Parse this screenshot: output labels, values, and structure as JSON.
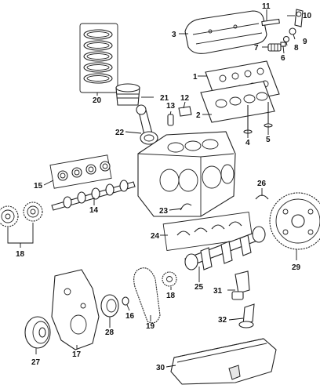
{
  "callouts": [
    {
      "id": "c1",
      "text": "1"
    },
    {
      "id": "c2",
      "text": "2"
    },
    {
      "id": "c3",
      "text": "3"
    },
    {
      "id": "c4",
      "text": "4"
    },
    {
      "id": "c5",
      "text": "5"
    },
    {
      "id": "c6",
      "text": "6"
    },
    {
      "id": "c7",
      "text": "7"
    },
    {
      "id": "c8",
      "text": "8"
    },
    {
      "id": "c9",
      "text": "9"
    },
    {
      "id": "c10",
      "text": "10"
    },
    {
      "id": "c11",
      "text": "11"
    },
    {
      "id": "c12",
      "text": "12"
    },
    {
      "id": "c13",
      "text": "13"
    },
    {
      "id": "c14",
      "text": "14"
    },
    {
      "id": "c15",
      "text": "15"
    },
    {
      "id": "c16",
      "text": "16"
    },
    {
      "id": "c17",
      "text": "17"
    },
    {
      "id": "c18a",
      "text": "18"
    },
    {
      "id": "c18b",
      "text": "18"
    },
    {
      "id": "c19",
      "text": "19"
    },
    {
      "id": "c20",
      "text": "20"
    },
    {
      "id": "c21",
      "text": "21"
    },
    {
      "id": "c22",
      "text": "22"
    },
    {
      "id": "c23",
      "text": "23"
    },
    {
      "id": "c24",
      "text": "24"
    },
    {
      "id": "c25",
      "text": "25"
    },
    {
      "id": "c26",
      "text": "26"
    },
    {
      "id": "c27",
      "text": "27"
    },
    {
      "id": "c28",
      "text": "28"
    },
    {
      "id": "c29",
      "text": "29"
    },
    {
      "id": "c30",
      "text": "30"
    },
    {
      "id": "c31",
      "text": "31"
    },
    {
      "id": "c32",
      "text": "32"
    }
  ]
}
